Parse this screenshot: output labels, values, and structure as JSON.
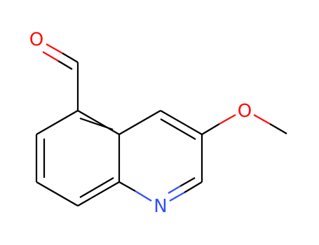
{
  "molecule": {
    "atoms": [
      {
        "id": "o_ald",
        "symbol": "O",
        "color": "#ff0d0d"
      },
      {
        "id": "o_meth",
        "symbol": "O",
        "color": "#ff0d0d"
      },
      {
        "id": "n_ring",
        "symbol": "N",
        "color": "#3050f8"
      }
    ],
    "colors": {
      "bond": "#000000",
      "oxygen": "#ff0d0d",
      "nitrogen": "#3050f8",
      "background": "#ffffff"
    }
  }
}
